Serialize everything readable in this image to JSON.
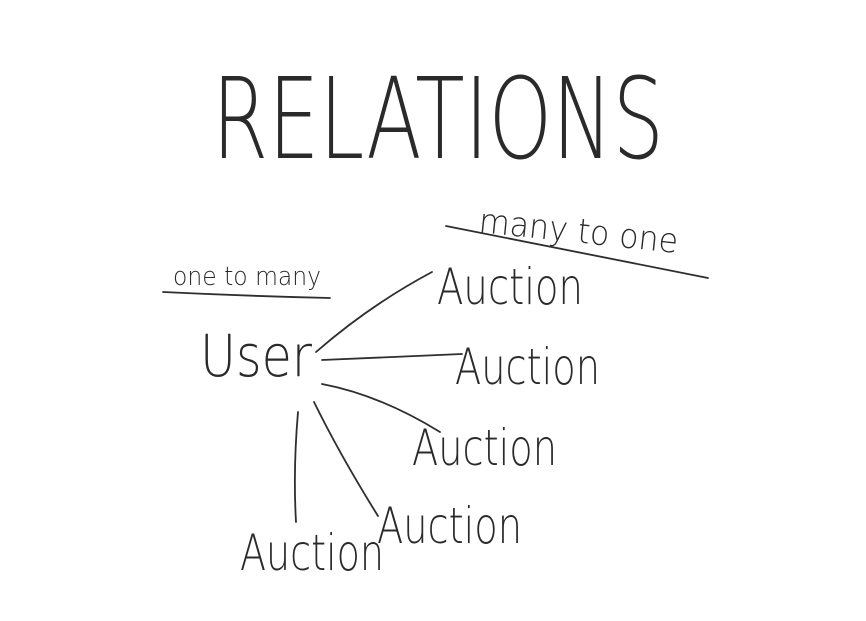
{
  "title": "RELATIONS",
  "left_label": "one to many",
  "right_label": "many to one",
  "center_node": "User",
  "nodes": [
    {
      "label": "Auction"
    },
    {
      "label": "Auction"
    },
    {
      "label": "Auction"
    },
    {
      "label": "Auction"
    },
    {
      "label": "Auction"
    }
  ],
  "ink_color": "#2e2e2e"
}
